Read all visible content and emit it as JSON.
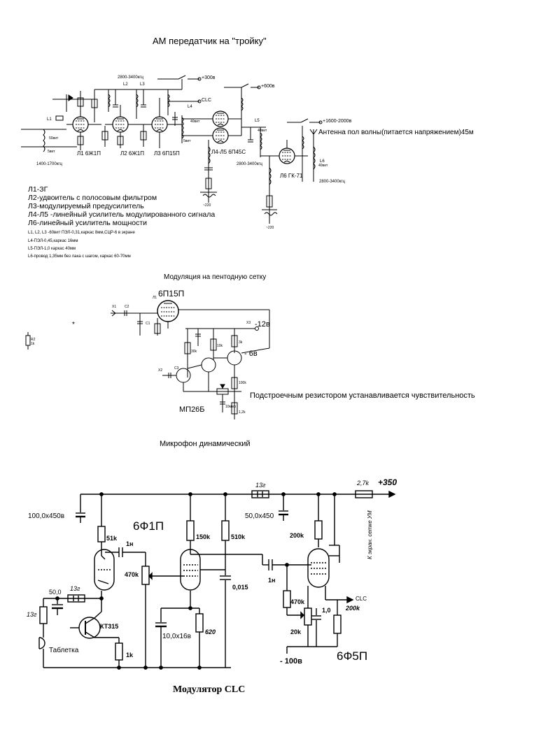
{
  "top": {
    "title": "АМ передатчик на \"тройку\"",
    "supply": [
      "+300в",
      "+600в",
      "+1600-2000в"
    ],
    "clc": "CLC",
    "freq_labels": [
      "2800-3400кгц",
      "1400-1700кгц",
      "2800-3400кгц",
      "2800-3400кгц"
    ],
    "antenna": "Антенна пол волны(питается напряжением)45м",
    "tube_labels": [
      "Л1 6Ж1П",
      "Л2 6Ж1П",
      "Л3 6П15П",
      "Л4-Л5 6П45С",
      "Л6 ГК-71"
    ],
    "coil_labels": [
      "L1",
      "L2",
      "L3",
      "L4",
      "L5",
      "L6"
    ],
    "turns": [
      "50вит",
      "5вит",
      "40вит",
      "5вит",
      "40вит",
      "40вит"
    ],
    "legend": [
      "Л1-ЗГ",
      "Л2-удвоитель с полосовым фильтром",
      "Л3-модулируемый предусилитель",
      "Л4-Л5 -линейный усилитель модулированного сигнала",
      "Л6-линейный усилитель мощности"
    ],
    "notes": [
      "L1, L2, L3 -60вит ПЭЛ-0,31,каркас 8мм,СЦР-6 в экране",
      "L4-ПЭЛ-0,45,каркас 16мм",
      "L5-ПЭЛ-1,0 каркас 40мм",
      "L6-провод 1,35мм без лака с шагом, каркас 60-70мм"
    ],
    "mains": [
      "~220",
      "~220"
    ]
  },
  "middle": {
    "title": "Модуляция на пентодную сетку",
    "tube": "6П15П",
    "tube_ref": "Л1",
    "x1": "X1",
    "x2": "X2",
    "x3": "X3",
    "c1": "C1",
    "c2": "C2",
    "c3": "C3",
    "v12": "-12в",
    "v6": "- 6в",
    "r30k": "30k",
    "r10k": "10k",
    "r3k": "3k",
    "r100k": "100k",
    "r12k": "1,2k",
    "c10": "10мкф",
    "r2": "R2",
    "r2v": "1k",
    "transistor": "МП26Б",
    "trim_note": "Подстроечным резистором устанавливается чувствительность",
    "mic": "Микрофон динамический"
  },
  "bottom": {
    "supply": "+350",
    "r_top": "2,7k",
    "choke1": "13г",
    "choke2": "13г",
    "choke3": "13г",
    "c100": "100,0х450в",
    "c50top": "50,0х450",
    "tube1": "6Ф1П",
    "tube2": "6Ф5П",
    "r51k": "51k",
    "r150k": "150k",
    "r510k": "510k",
    "r200k_a": "200k",
    "r200k_b": "200k",
    "r470k_a": "470k",
    "r470k_b": "470k",
    "r20k": "20k",
    "c1n_a": "1н",
    "c1n_b": "1н",
    "c0015": "0,015",
    "c10x16": "10,0х16в",
    "r620": "620",
    "r1k": "1k",
    "c50": "50,0",
    "c1_0": "1,0",
    "transistor": "КТ315",
    "tablet": "Таблетка",
    "clc": "CLC",
    "to_screen": "К экран. сетке УМ",
    "minus100": "- 100в",
    "title": "Модулятор CLC"
  }
}
